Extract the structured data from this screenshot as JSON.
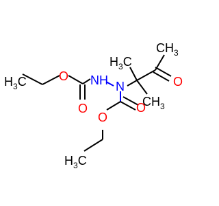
{
  "molecule": {
    "atom_labels": {
      "ch3_top_right": {
        "main": "CH",
        "sub": "3"
      },
      "h3c_methyl_upper": {
        "main": "H",
        "sub": "3",
        "tail": "C"
      },
      "carbonyl_o_right": "O",
      "ch3_methyl_lower": {
        "main": "CH",
        "sub": "3"
      },
      "h3c_left": {
        "main": "H",
        "sub": "3",
        "tail": "C"
      },
      "ester_o_left": "O",
      "nh": "NH",
      "carbonyl_o_left": "O",
      "n_center": "N",
      "ester_o_bottom": "O",
      "carbonyl_o_bottom": "O",
      "h3c_bottom": {
        "main": "H",
        "sub": "3",
        "tail": "C"
      }
    },
    "colors": {
      "carbon": "#000000",
      "oxygen": "#ff0000",
      "nitrogen": "#0000ff"
    }
  }
}
